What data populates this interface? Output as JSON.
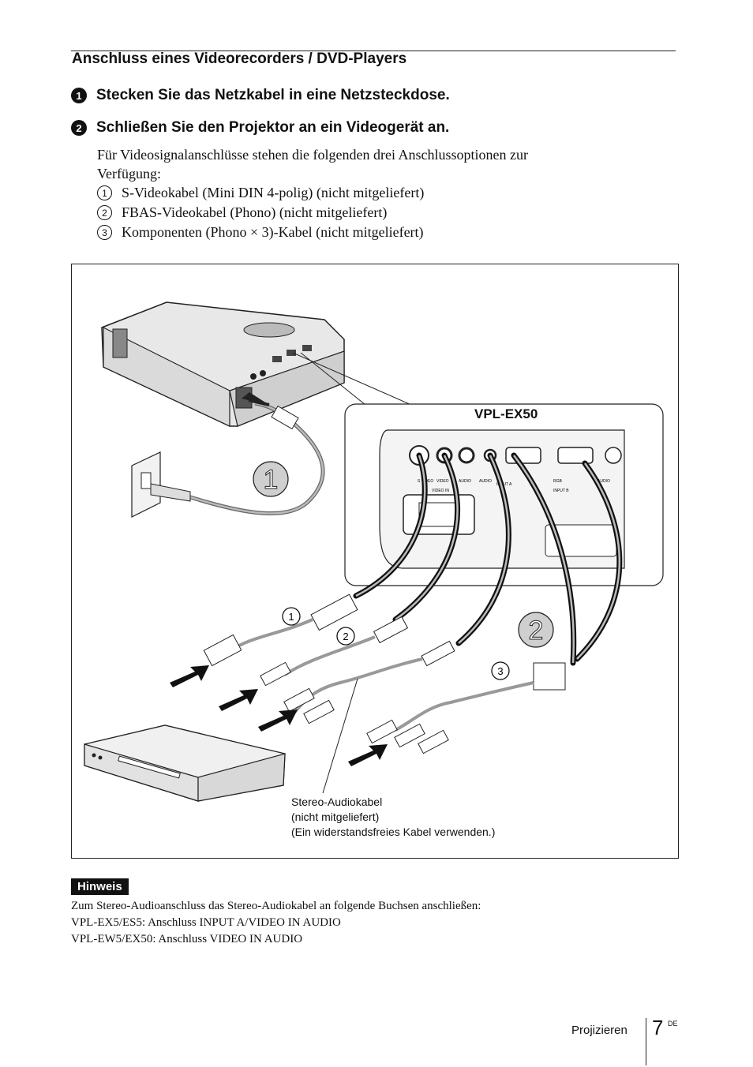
{
  "section_title": "Anschluss eines Videorecorders / DVD-Players",
  "steps": [
    {
      "num": "1",
      "text": "Stecken Sie das Netzkabel in eine Netzsteckdose."
    },
    {
      "num": "2",
      "text": "Schließen Sie den Projektor an ein Videogerät an."
    }
  ],
  "intro_line1": "Für Videosignalanschlüsse stehen die folgenden drei Anschlussoptionen zur",
  "intro_line2": "Verfügung:",
  "options": [
    {
      "num": "1",
      "text": "S-Videokabel (Mini DIN 4-polig) (nicht mitgeliefert)"
    },
    {
      "num": "2",
      "text": "FBAS-Videokabel (Phono) (nicht mitgeliefert)"
    },
    {
      "num": "3",
      "text": "Komponenten (Phono × 3)-Kabel (nicht mitgeliefert)"
    }
  ],
  "figure": {
    "model_label": "VPL-EX50",
    "panel_labels": [
      "S VIDEO",
      "VIDEO",
      "AUDIO",
      "AUDIO",
      "INPUT A",
      "RGB",
      "AUDIO",
      "VIDEO IN",
      "INPUT B"
    ],
    "step_badges": [
      "1",
      "2"
    ],
    "cable_markers": [
      "1",
      "2",
      "3"
    ],
    "callout": [
      "Stereo-Audiokabel",
      "(nicht mitgeliefert)",
      "(Ein widerstandsfreies Kabel verwenden.)"
    ]
  },
  "hinweis_label": "Hinweis",
  "notes": [
    "Zum Stereo-Audioanschluss das Stereo-Audiokabel an folgende Buchsen anschließen:",
    "VPL-EX5/ES5: Anschluss INPUT A/VIDEO IN AUDIO",
    "VPL-EW5/EX50: Anschluss VIDEO IN AUDIO"
  ],
  "footer": {
    "section": "Projizieren",
    "page": "7",
    "lang": "DE"
  }
}
